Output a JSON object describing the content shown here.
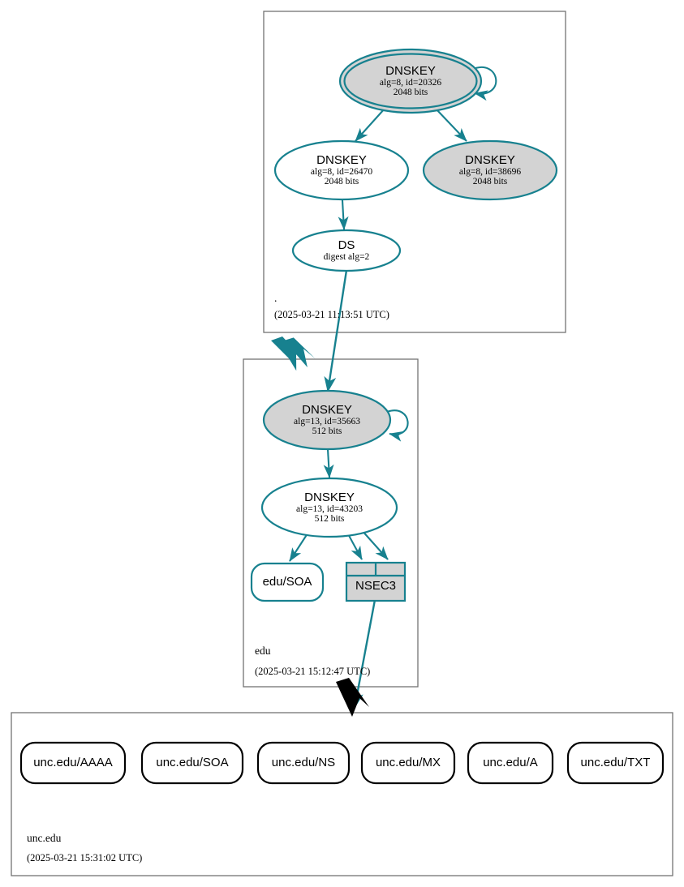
{
  "diagram": {
    "type": "dnssec-authentication-chain",
    "colors": {
      "teal": "#17818f",
      "teal_dark": "#0e6f80",
      "node_fill_gray": "#d3d3d3",
      "node_fill_white": "#ffffff",
      "box_border": "#737373",
      "black": "#000000"
    }
  },
  "zones": [
    {
      "id": "root",
      "name": ".",
      "timestamp": "(2025-03-21 11:13:51 UTC)"
    },
    {
      "id": "edu",
      "name": "edu",
      "timestamp": "(2025-03-21 15:12:47 UTC)"
    },
    {
      "id": "unc_edu",
      "name": "unc.edu",
      "timestamp": "(2025-03-21 15:31:02 UTC)"
    }
  ],
  "nodes": {
    "root_ksk": {
      "title": "DNSKEY",
      "line2": "alg=8, id=20326",
      "line3": "2048 bits",
      "shape": "double-ellipse",
      "fill": "gray"
    },
    "root_zsk_26470": {
      "title": "DNSKEY",
      "line2": "alg=8, id=26470",
      "line3": "2048 bits",
      "shape": "ellipse",
      "fill": "white"
    },
    "root_zsk_38696": {
      "title": "DNSKEY",
      "line2": "alg=8, id=38696",
      "line3": "2048 bits",
      "shape": "ellipse",
      "fill": "gray"
    },
    "root_ds": {
      "title": "DS",
      "line2": "digest alg=2",
      "shape": "ellipse",
      "fill": "white"
    },
    "edu_ksk": {
      "title": "DNSKEY",
      "line2": "alg=13, id=35663",
      "line3": "512 bits",
      "shape": "ellipse",
      "fill": "gray"
    },
    "edu_zsk": {
      "title": "DNSKEY",
      "line2": "alg=13, id=43203",
      "line3": "512 bits",
      "shape": "ellipse",
      "fill": "white"
    },
    "edu_soa": {
      "title": "edu/SOA",
      "shape": "rounded-rect",
      "fill": "white"
    },
    "edu_nsec3": {
      "title": "NSEC3",
      "shape": "record-rect",
      "fill": "gray"
    }
  },
  "rrsets": [
    {
      "label": "unc.edu/AAAA"
    },
    {
      "label": "unc.edu/SOA"
    },
    {
      "label": "unc.edu/NS"
    },
    {
      "label": "unc.edu/MX"
    },
    {
      "label": "unc.edu/A"
    },
    {
      "label": "unc.edu/TXT"
    }
  ]
}
